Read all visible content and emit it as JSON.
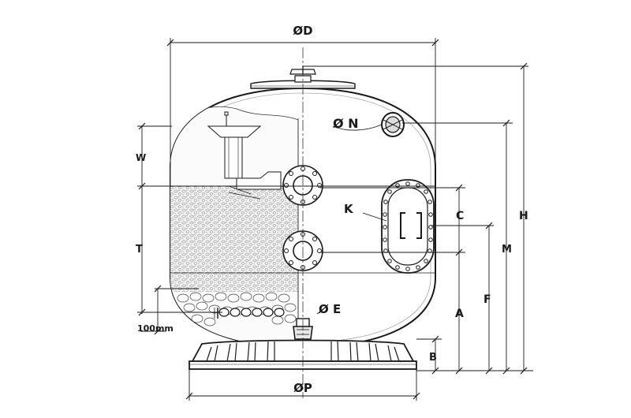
{
  "diagram": {
    "labels": {
      "d": "ØD",
      "n": "Ø N",
      "w": "W",
      "k": "K",
      "c": "C",
      "t": "T",
      "m": "M",
      "h": "H",
      "f": "F",
      "a": "A",
      "e": "Ø E",
      "mm100": "100mm",
      "b": "B",
      "p": "ØP"
    }
  }
}
